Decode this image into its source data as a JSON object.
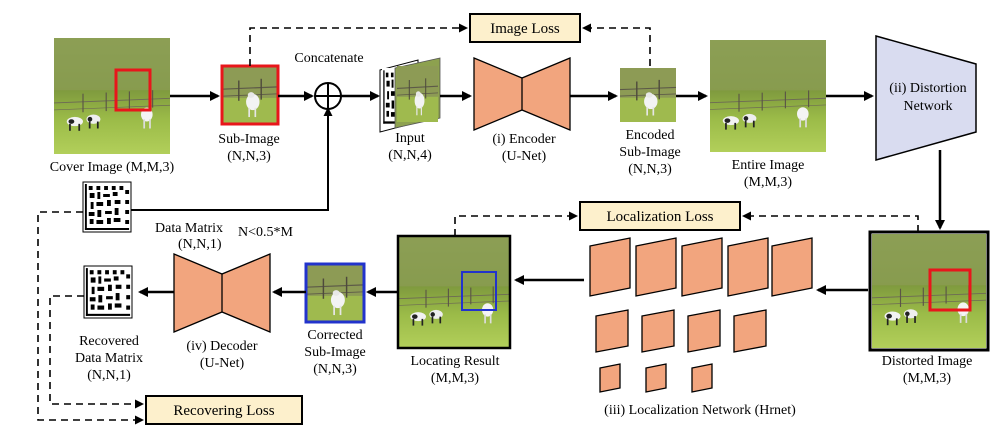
{
  "labels": {
    "cover_l1": "Cover Image (M,M,3)",
    "sub_l1": "Sub-Image",
    "sub_l2": "(N,N,3)",
    "concat": "Concatenate",
    "input_l1": "Input",
    "input_l2": "(N,N,4)",
    "enc_l1": "(i) Encoder",
    "enc_l2": "(U-Net)",
    "encsub_l1": "Encoded",
    "encsub_l2": "Sub-Image",
    "encsub_l3": "(N,N,3)",
    "entire_l1": "Entire Image",
    "entire_l2": "(M,M,3)",
    "dist_net_l1": "(ii) Distortion",
    "dist_net_l2": "Network",
    "dm_l1": "Data Matrix",
    "dm_l2": "(N,N,1)",
    "n_constraint": "N<0.5*M",
    "recdm_l1": "Recovered",
    "recdm_l2": "Data Matrix",
    "recdm_l3": "(N,N,1)",
    "dec_l1": "(iv) Decoder",
    "dec_l2": "(U-Net)",
    "corr_l1": "Corrected",
    "corr_l2": "Sub-Image",
    "corr_l3": "(N,N,3)",
    "loc_l1": "Locating Result",
    "loc_l2": "(M,M,3)",
    "locnet": "(iii) Localization Network (Hrnet)",
    "distimg_l1": "Distorted Image",
    "distimg_l2": "(M,M,3)"
  },
  "losses": {
    "image_loss": "Image Loss",
    "localization_loss": "Localization Loss",
    "recovering_loss": "Recovering Loss"
  },
  "colors": {
    "network_fill": "#f2a57e",
    "distortion_fill": "#d9dcf0",
    "loss_fill": "#fdf0cc",
    "red_box": "#e8161b",
    "blue_box": "#2233cc"
  }
}
